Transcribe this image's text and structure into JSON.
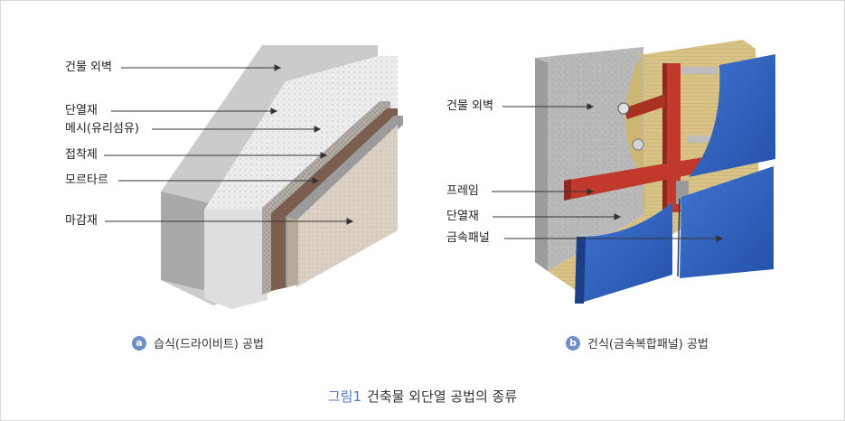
{
  "figure": {
    "number": "그림1",
    "title": "건축물 외단열 공법의 종류"
  },
  "panel_a": {
    "badge": "a",
    "caption": "습식(드라이비트) 공법",
    "labels": [
      "건물 외벽",
      "단열재",
      "메시(유리섬유)",
      "접착제",
      "모르타르",
      "마감재"
    ],
    "colors": {
      "wall": "#c9c9c9",
      "insulation": "#ececec",
      "mesh": "#8a6e5a",
      "finish": "#d8cdbf"
    }
  },
  "panel_b": {
    "badge": "b",
    "caption": "건식(금속복합패널) 공법",
    "labels": [
      "건물 외벽",
      "프레임",
      "단열재",
      "금속패널"
    ],
    "colors": {
      "wall": "#b5b5b5",
      "insulation": "#d9c283",
      "frame": "#c0392b",
      "panel": "#2e5fb8"
    }
  }
}
